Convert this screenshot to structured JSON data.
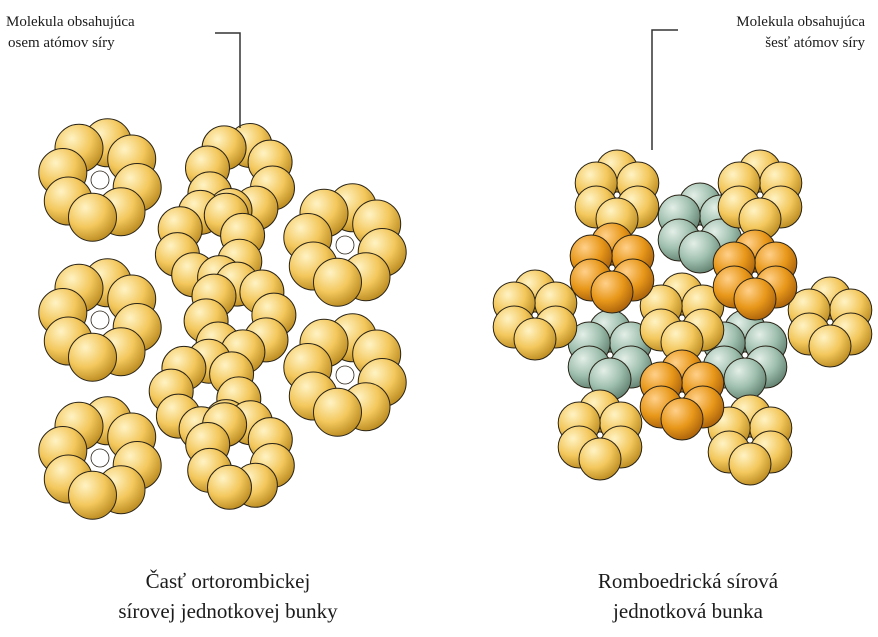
{
  "left_structure": {
    "callout": [
      "Molekula obsahujúca",
      "osem atómov síry"
    ],
    "caption": [
      "Časť ortorombickej",
      "sírovej jednotkovej bunky"
    ],
    "molecule_atoms": 8
  },
  "right_structure": {
    "callout": [
      "Molekula obsahujúca",
      "šesť atómov síry"
    ],
    "caption": [
      "Romboedrická sírová",
      "jednotková bunka"
    ],
    "molecule_atoms": 6
  },
  "colors": {
    "sulfur_yellow": "#f3c75c",
    "sulfur_orange": "#e8981a",
    "sulfur_gray_green": "#9fbfae",
    "outline": "#2a2418",
    "leader_line": "#333333"
  }
}
